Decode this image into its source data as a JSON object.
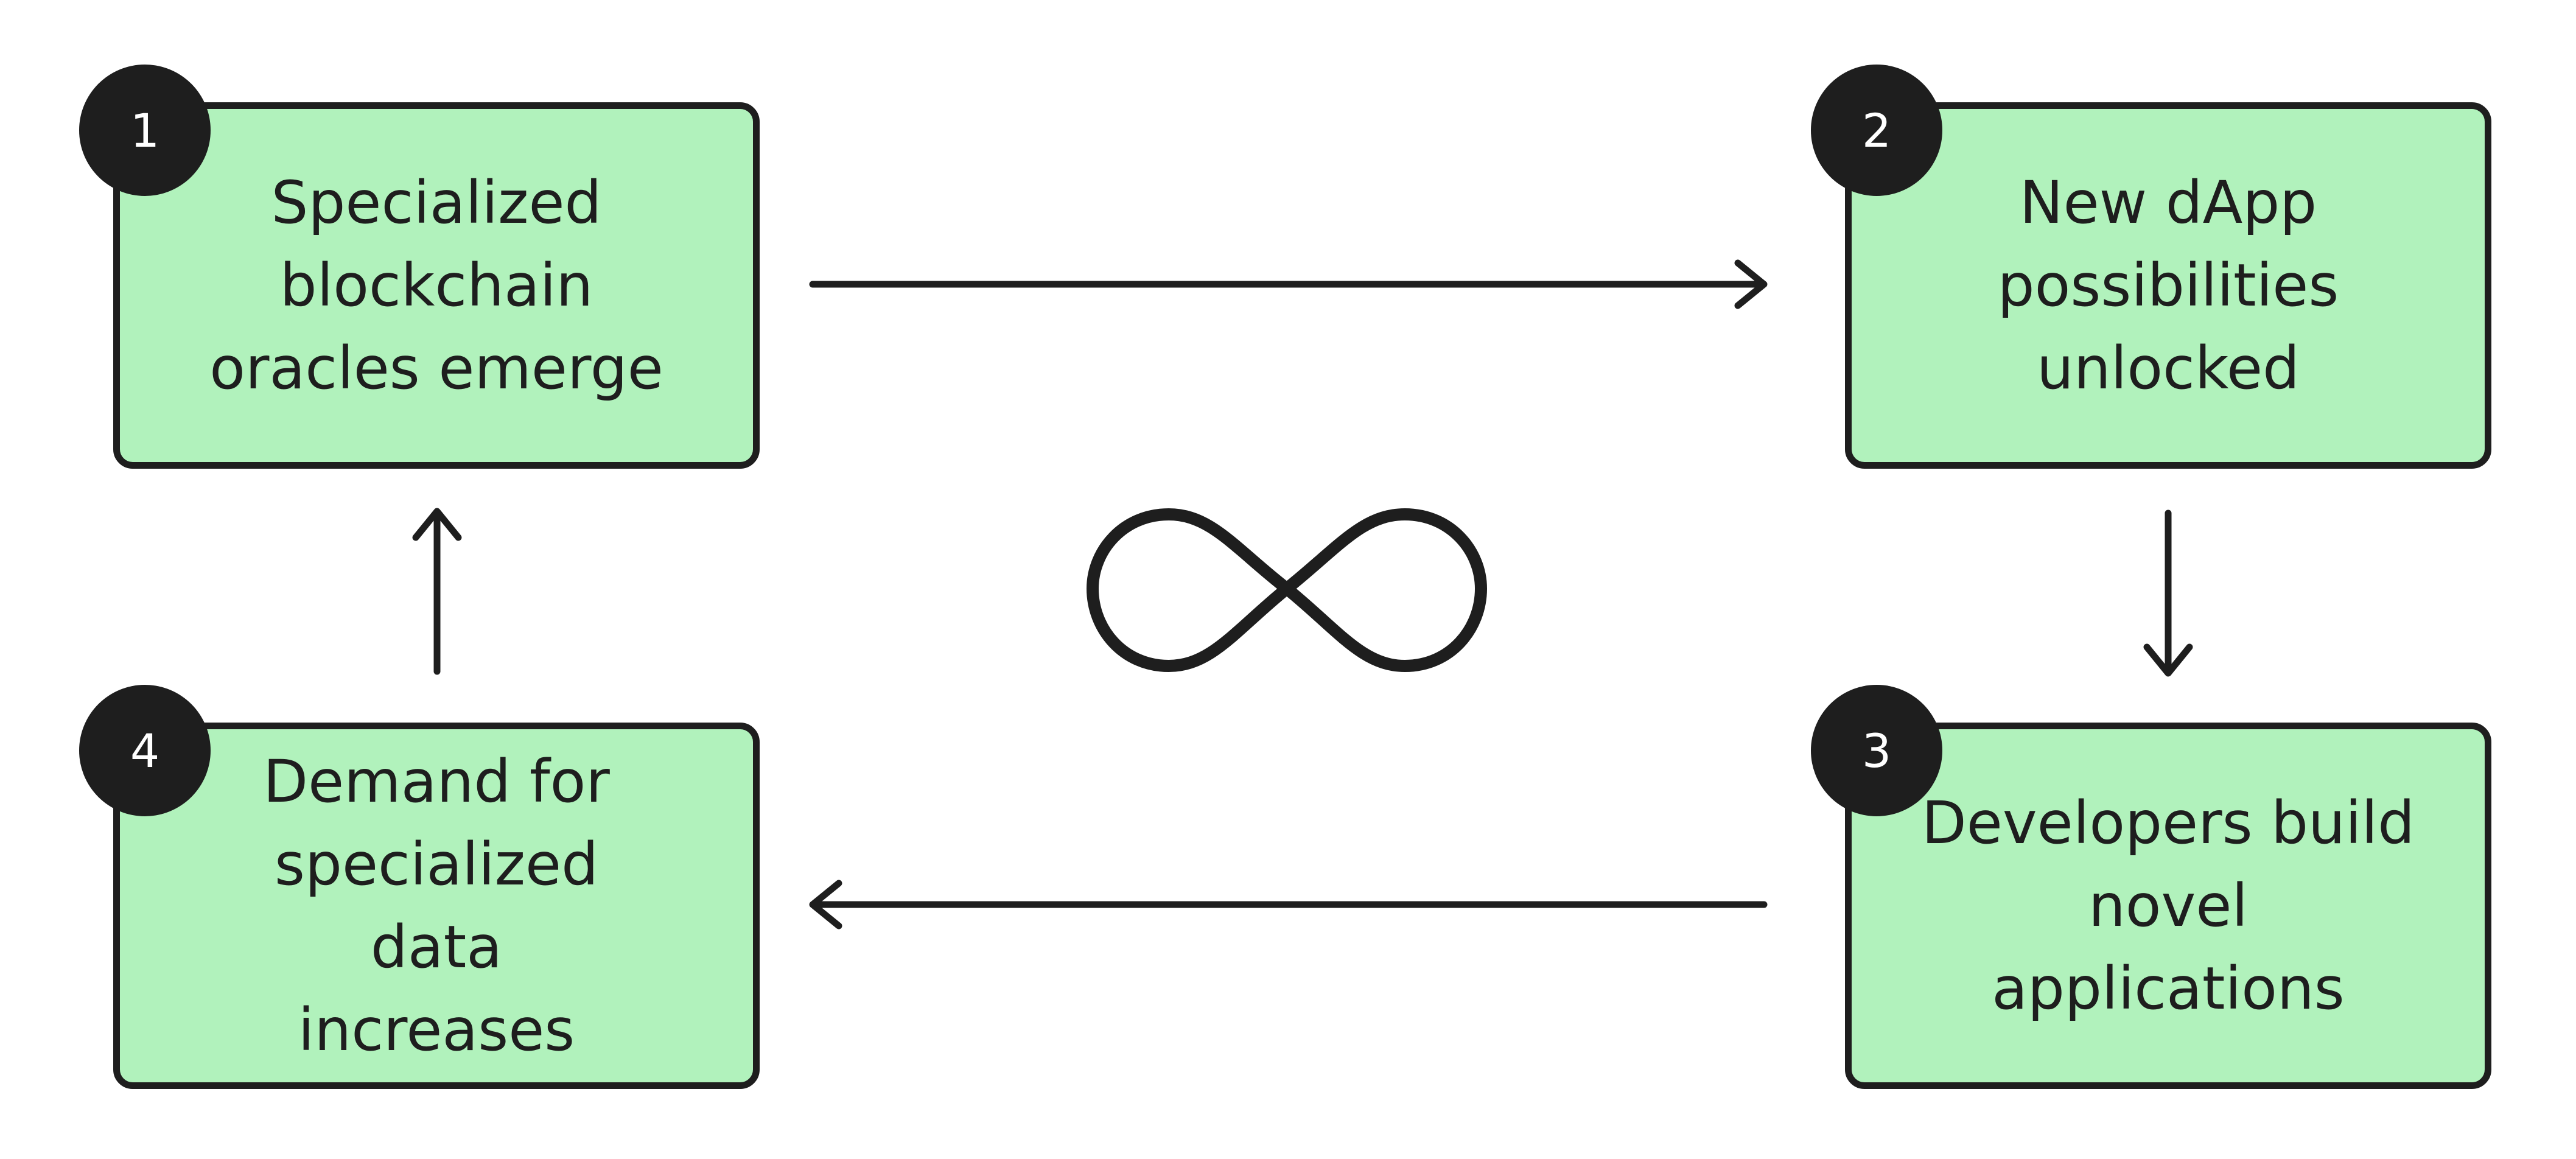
{
  "steps": [
    {
      "number": "1",
      "label": "Specialized blockchain oracles emerge"
    },
    {
      "number": "2",
      "label": "New dApp possibilities unlocked"
    },
    {
      "number": "3",
      "label": "Developers build novel applications"
    },
    {
      "number": "4",
      "label": "Demand for specialized data increases"
    }
  ],
  "center_symbol": "infinity-icon",
  "colors": {
    "box_fill": "#b1f2bc",
    "stroke": "#1e1e1e",
    "badge_fill": "#1e1e1e",
    "badge_text": "#ffffff"
  }
}
